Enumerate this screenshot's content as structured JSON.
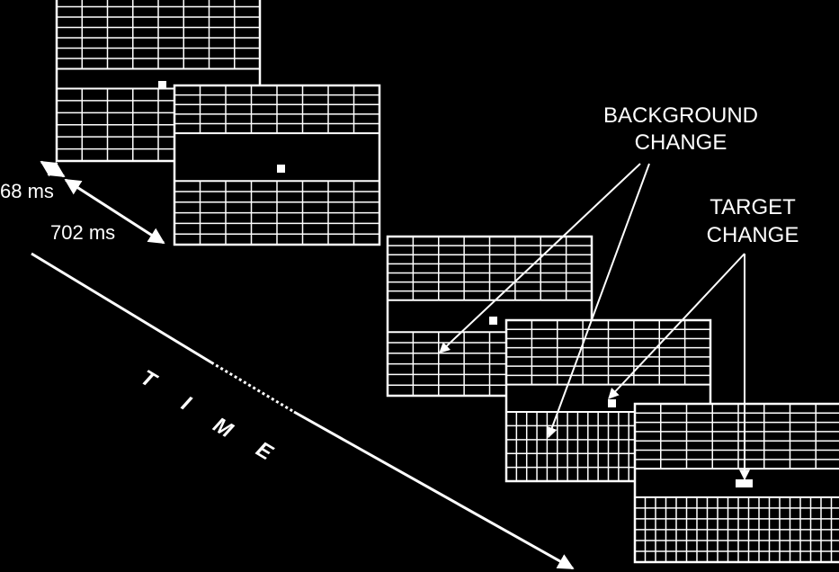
{
  "labels": {
    "interval_short": "68 ms",
    "interval_long": "702 ms",
    "background_line1": "BACKGROUND",
    "background_line2": "CHANGE",
    "target_line1": "TARGET",
    "target_line2": "CHANGE"
  },
  "time_axis": {
    "letters": [
      "T",
      "I",
      "M",
      "E"
    ]
  },
  "colors": {
    "background": "#000000",
    "foreground": "#ffffff"
  }
}
